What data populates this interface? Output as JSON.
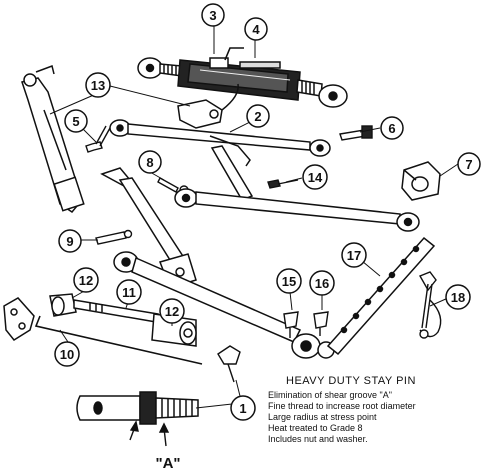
{
  "callouts": {
    "c1": "1",
    "c2": "2",
    "c3": "3",
    "c4": "4",
    "c5": "5",
    "c6": "6",
    "c7": "7",
    "c8": "8",
    "c9": "9",
    "c10": "10",
    "c11": "11",
    "c12a": "12",
    "c12b": "12",
    "c13": "13",
    "c14": "14",
    "c15": "15",
    "c16": "16",
    "c17": "17",
    "c18": "18"
  },
  "note": {
    "title": "HEAVY DUTY STAY PIN",
    "lines": [
      "Elimination of shear groove \"A\"",
      "Fine thread to increase root diameter",
      "Large radius at stress point",
      "Heat treated to Grade 8",
      "Includes nut and washer."
    ]
  },
  "groove_label": "\"A\""
}
